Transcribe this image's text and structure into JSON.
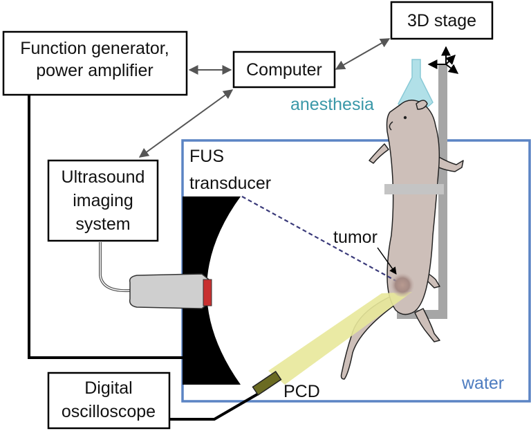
{
  "labels": {
    "function_generator_line1": "Function generator,",
    "function_generator_line2": "power amplifier",
    "computer": "Computer",
    "stage": "3D stage",
    "anesthesia": "anesthesia",
    "ultrasound_line1": "Ultrasound",
    "ultrasound_line2": "imaging",
    "ultrasound_line3": "system",
    "fus_line1": "FUS",
    "fus_line2": "transducer",
    "tumor": "tumor",
    "pcd": "PCD",
    "water": "water",
    "oscilloscope_line1": "Digital",
    "oscilloscope_line2": "oscilloscope"
  },
  "colors": {
    "water_border": "#5b84c4",
    "water_text": "#4d7cc0",
    "anesthesia_text": "#3a98a8",
    "anesthesia_cone": "#a9dde6",
    "mouse_body": "#cdbfb9",
    "beam": "#e8e89a",
    "focus_line": "#3a3a7a",
    "stage_rod": "#a6a6a6",
    "pcd": "#6b6b22",
    "probe_tip": "#c83030"
  }
}
